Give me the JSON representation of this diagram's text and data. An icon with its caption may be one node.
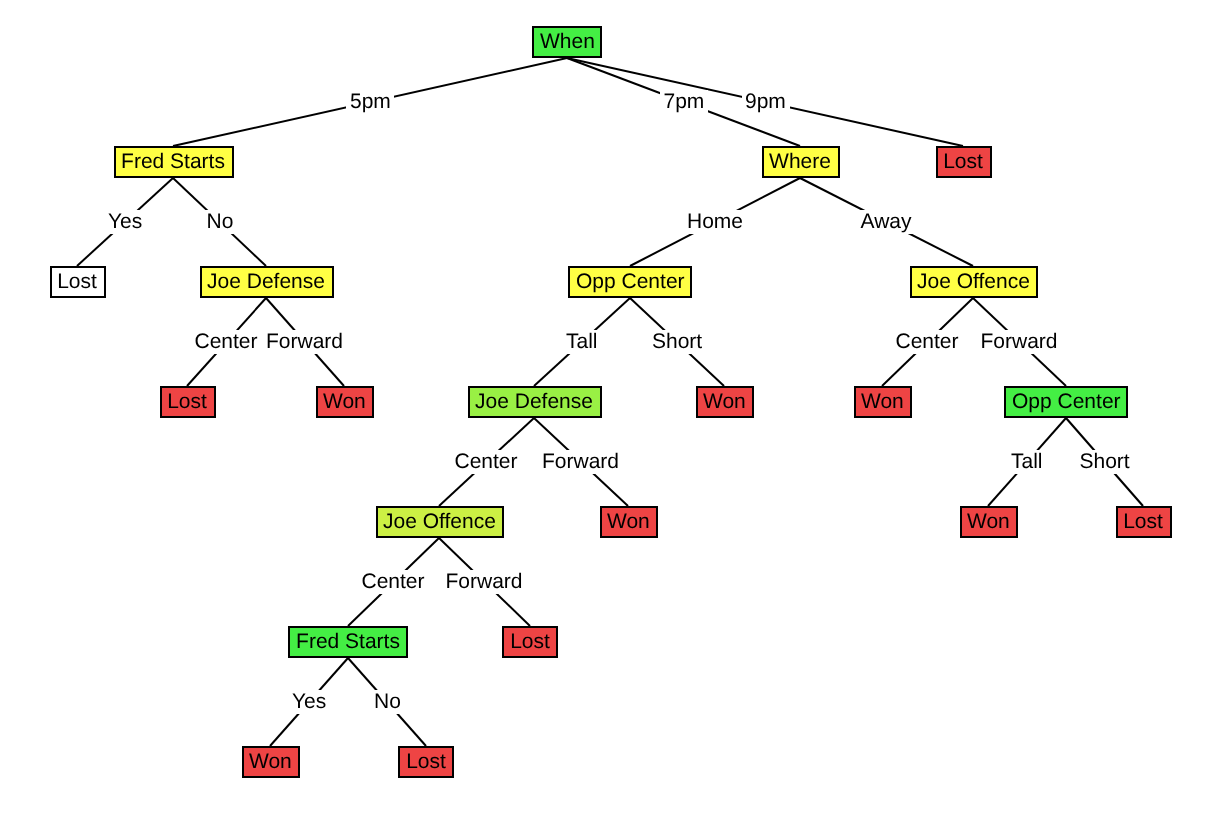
{
  "diagram": {
    "nodes": [
      {
        "text": [
          "When"
        ]
      },
      {
        "text": [
          "Fred Starts"
        ]
      },
      {
        "text": [
          "Where"
        ]
      },
      {
        "text": [
          "Lost"
        ]
      },
      {
        "text": [
          "Lost"
        ]
      },
      {
        "text": [
          "Joe Defense"
        ]
      },
      {
        "text": [
          "Opp Center"
        ]
      },
      {
        "text": [
          "Joe Offence"
        ]
      },
      {
        "text": [
          "Lost"
        ]
      },
      {
        "text": [
          "Won"
        ]
      },
      {
        "text": [
          "Joe Defense"
        ]
      },
      {
        "text": [
          "Won"
        ]
      },
      {
        "text": [
          "Won"
        ]
      },
      {
        "text": [
          "Opp Center"
        ]
      },
      {
        "text": [
          "Joe Offence"
        ]
      },
      {
        "text": [
          "Won"
        ]
      },
      {
        "text": [
          "Won"
        ]
      },
      {
        "text": [
          "Lost"
        ]
      },
      {
        "text": [
          "Fred Starts"
        ]
      },
      {
        "text": [
          "Lost"
        ]
      },
      {
        "text": [
          "Won"
        ]
      },
      {
        "text": [
          "Lost"
        ]
      }
    ],
    "edges": [
      {
        "from": 0,
        "to": 1,
        "label": "5pm",
        "arrow": "none"
      },
      {
        "from": 0,
        "to": 2,
        "label": "7pm",
        "arrow": "none"
      },
      {
        "from": 0,
        "to": 3,
        "label": "9pm",
        "arrow": "none"
      },
      {
        "from": 1,
        "to": 4,
        "label": "Yes",
        "arrow": "none"
      },
      {
        "from": 1,
        "to": 5,
        "label": "No",
        "arrow": "none"
      },
      {
        "from": 2,
        "to": 6,
        "label": "Home",
        "arrow": "none"
      },
      {
        "from": 2,
        "to": 7,
        "label": "Away",
        "arrow": "none"
      },
      {
        "from": 5,
        "to": 8,
        "label": "Center",
        "arrow": "none"
      },
      {
        "from": 5,
        "to": 9,
        "label": "Forward",
        "arrow": "none"
      },
      {
        "from": 6,
        "to": 10,
        "label": "Tall",
        "arrow": "none"
      },
      {
        "from": 6,
        "to": 11,
        "label": "Short",
        "arrow": "none"
      },
      {
        "from": 7,
        "to": 12,
        "label": "Center",
        "arrow": "none"
      },
      {
        "from": 7,
        "to": 13,
        "label": "Forward",
        "arrow": "none"
      },
      {
        "from": 10,
        "to": 14,
        "label": "Center",
        "arrow": "none"
      },
      {
        "from": 10,
        "to": 15,
        "label": "Forward",
        "arrow": "none"
      },
      {
        "from": 13,
        "to": 16,
        "label": "Tall",
        "arrow": "none"
      },
      {
        "from": 13,
        "to": 17,
        "label": "Short",
        "arrow": "none"
      },
      {
        "from": 14,
        "to": 18,
        "label": "Center",
        "arrow": "none"
      },
      {
        "from": 14,
        "to": 19,
        "label": "Forward",
        "arrow": "none"
      },
      {
        "from": 18,
        "to": 20,
        "label": "Yes",
        "arrow": "none"
      },
      {
        "from": 18,
        "to": 21,
        "label": "No",
        "arrow": "none"
      }
    ]
  }
}
